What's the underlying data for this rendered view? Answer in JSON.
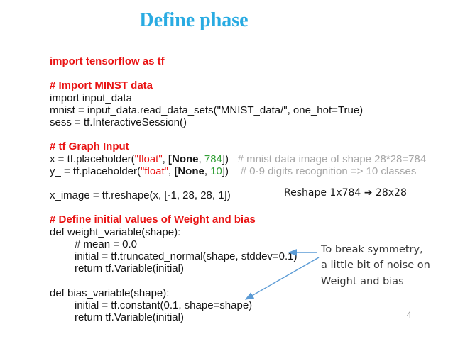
{
  "slide": {
    "title": "Define phase",
    "page_number": "4"
  },
  "colors": {
    "title-blue": "#29abe2",
    "code-red": "#e91313",
    "code-green": "#2f9e33",
    "code-gray": "#a6a6a6",
    "code-black": "#141414",
    "arrow-blue": "#5b9bd5",
    "note-text": "#383838",
    "page-gray": "#9a9a9a",
    "background": "#ffffff"
  },
  "code": {
    "lines": [
      {
        "indent": 0,
        "segments": [
          {
            "text": "import tensorflow as tf",
            "style": "red-bold"
          }
        ]
      },
      {
        "indent": 0,
        "segments": []
      },
      {
        "indent": 0,
        "segments": [
          {
            "text": "# Import MINST data",
            "style": "red-bold"
          }
        ]
      },
      {
        "indent": 0,
        "segments": [
          {
            "text": "import input_data",
            "style": "plain"
          }
        ]
      },
      {
        "indent": 0,
        "segments": [
          {
            "text": "mnist = input_data.read_data_sets(\"MNIST_data/\", one_hot=True)",
            "style": "plain"
          }
        ]
      },
      {
        "indent": 0,
        "segments": [
          {
            "text": "sess = tf.InteractiveSession()",
            "style": "plain"
          }
        ]
      },
      {
        "indent": 0,
        "segments": []
      },
      {
        "indent": 0,
        "segments": [
          {
            "text": "# tf Graph Input",
            "style": "red-bold"
          }
        ]
      },
      {
        "indent": 0,
        "segments": [
          {
            "text": "x = tf.placeholder(",
            "style": "plain"
          },
          {
            "text": "\"float\"",
            "style": "string"
          },
          {
            "text": ", ",
            "style": "plain"
          },
          {
            "text": "[None",
            "style": "bold"
          },
          {
            "text": ", ",
            "style": "plain"
          },
          {
            "text": "784",
            "style": "number"
          },
          {
            "text": "])",
            "style": "plain"
          },
          {
            "text": "   # mnist data image of shape 28*28=784",
            "style": "comment"
          }
        ]
      },
      {
        "indent": 0,
        "segments": [
          {
            "text": "y_ = tf.placeholder(",
            "style": "plain"
          },
          {
            "text": "\"float\"",
            "style": "string"
          },
          {
            "text": ", ",
            "style": "plain"
          },
          {
            "text": "[None",
            "style": "bold"
          },
          {
            "text": ", ",
            "style": "plain"
          },
          {
            "text": "10",
            "style": "number"
          },
          {
            "text": "])",
            "style": "plain"
          },
          {
            "text": "    # 0-9 digits recognition => 10 classes",
            "style": "comment"
          }
        ]
      },
      {
        "indent": 0,
        "segments": []
      },
      {
        "indent": 0,
        "segments": [
          {
            "text": "x_image = tf.reshape(x, [-1, 28, 28, 1])",
            "style": "plain"
          }
        ]
      },
      {
        "indent": 0,
        "segments": []
      },
      {
        "indent": 0,
        "segments": [
          {
            "text": "# Define initial values of Weight and bias",
            "style": "red-bold"
          }
        ]
      },
      {
        "indent": 0,
        "segments": [
          {
            "text": "def weight_variable(shape):",
            "style": "plain"
          }
        ]
      },
      {
        "indent": 1,
        "segments": [
          {
            "text": "# mean = 0.0",
            "style": "plain"
          }
        ]
      },
      {
        "indent": 1,
        "segments": [
          {
            "text": "initial = tf.truncated_normal(shape, stddev=0.1)",
            "style": "plain"
          }
        ]
      },
      {
        "indent": 1,
        "segments": [
          {
            "text": "return tf.Variable(initial)",
            "style": "plain"
          }
        ]
      },
      {
        "indent": 0,
        "segments": []
      },
      {
        "indent": 0,
        "segments": [
          {
            "text": "def bias_variable(shape):",
            "style": "plain"
          }
        ]
      },
      {
        "indent": 1,
        "segments": [
          {
            "text": "initial = tf.constant(0.1, shape=shape)",
            "style": "plain"
          }
        ]
      },
      {
        "indent": 1,
        "segments": [
          {
            "text": "return tf.Variable(initial)",
            "style": "plain"
          }
        ]
      }
    ]
  },
  "annotations": {
    "reshape_note": "Reshape 1x784 ➔ 28x28",
    "symmetry_note_lines": [
      "To break symmetry,",
      "a little bit of noise on",
      "Weight and bias"
    ]
  }
}
